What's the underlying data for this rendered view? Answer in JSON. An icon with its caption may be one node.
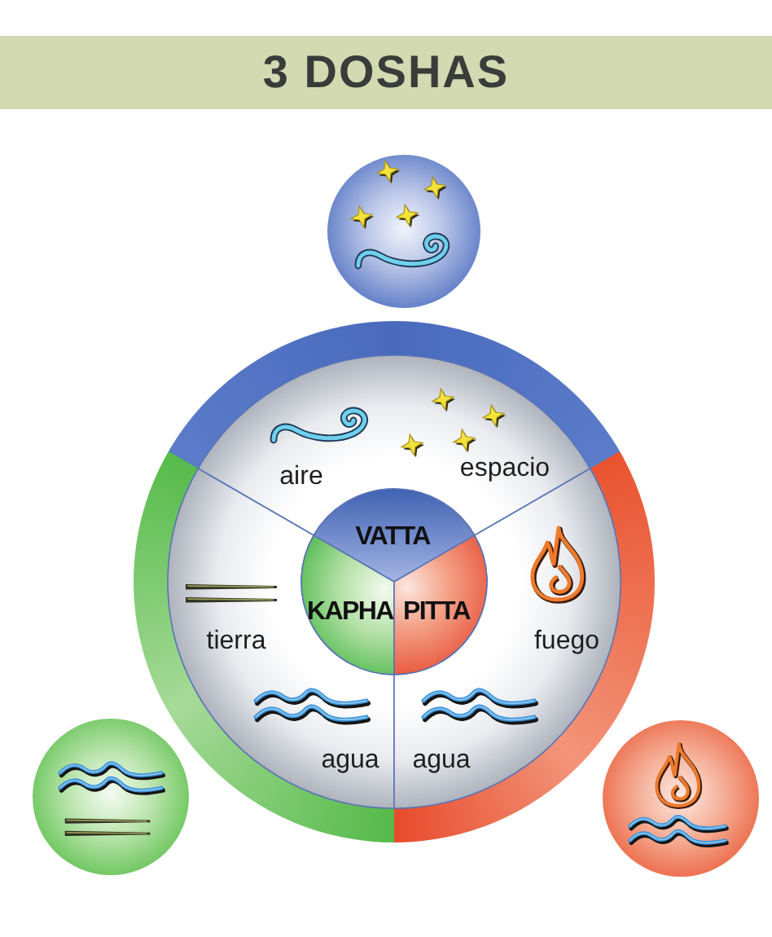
{
  "diagram": {
    "title": "3 DOSHAS",
    "nodes": [
      {
        "text": [],
        "shape": "circle"
      },
      {
        "text": [],
        "shape": "circle"
      },
      {
        "text": [
          "aire",
          "espacio"
        ],
        "in": 1
      },
      {
        "text": [
          "tierra",
          "agua"
        ],
        "in": 1
      },
      {
        "text": [
          "fuego",
          "agua"
        ],
        "in": 1
      },
      {
        "text": [
          "VATTA"
        ],
        "in": 1
      },
      {
        "text": [
          "KAPHA"
        ],
        "in": 1
      },
      {
        "text": [
          "PITTA"
        ],
        "in": 1
      },
      {
        "text": [],
        "shape": "circle"
      },
      {
        "text": [],
        "shape": "circle"
      }
    ]
  }
}
